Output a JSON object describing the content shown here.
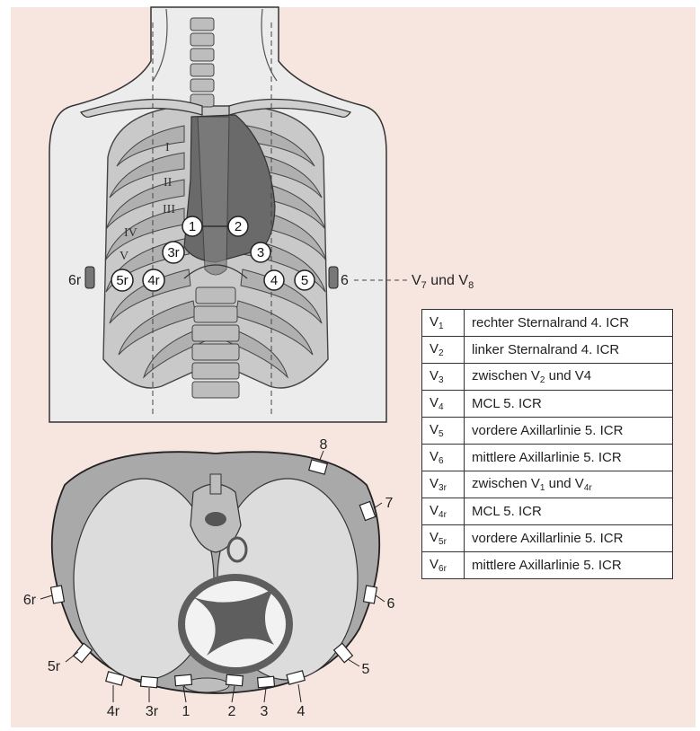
{
  "electrode_labels_chest": {
    "c1": "1",
    "c2": "2",
    "c3": "3",
    "c3r": "3r",
    "c4": "4",
    "c4r": "4r",
    "c5": "5",
    "c5r": "5r",
    "side_right": "6r",
    "side_left": "6"
  },
  "intercostal_labels": [
    "I",
    "II",
    "III",
    "IV",
    "V"
  ],
  "v7v8_label": {
    "main": "V",
    "s1": "7",
    "mid": " und V",
    "s2": "8"
  },
  "cross_section_labels": {
    "p8": "8",
    "p7": "7",
    "p6": "6",
    "p5": "5",
    "p6r": "6r",
    "p5r": "5r",
    "p4r": "4r",
    "p3r": "3r",
    "p1": "1",
    "p2": "2",
    "p3": "3",
    "p4": "4"
  },
  "lead_table": [
    {
      "lead": "V",
      "sub": "1",
      "desc_parts": [
        {
          "t": "rechter Sternalrand 4. ICR"
        }
      ]
    },
    {
      "lead": "V",
      "sub": "2",
      "desc_parts": [
        {
          "t": "linker Sternalrand 4. ICR"
        }
      ]
    },
    {
      "lead": "V",
      "sub": "3",
      "desc_parts": [
        {
          "t": "zwischen V"
        },
        {
          "t": "2",
          "sub": true
        },
        {
          "t": " und V4"
        }
      ]
    },
    {
      "lead": "V",
      "sub": "4",
      "desc_parts": [
        {
          "t": "MCL 5. ICR"
        }
      ]
    },
    {
      "lead": "V",
      "sub": "5",
      "desc_parts": [
        {
          "t": "vordere Axillarlinie 5. ICR"
        }
      ]
    },
    {
      "lead": "V",
      "sub": "6",
      "desc_parts": [
        {
          "t": "mittlere Axillarlinie 5. ICR"
        }
      ]
    },
    {
      "lead": "V",
      "sub": "3r",
      "desc_parts": [
        {
          "t": "zwischen V"
        },
        {
          "t": "1",
          "sub": true
        },
        {
          "t": " und V"
        },
        {
          "t": "4r",
          "sub": true
        }
      ]
    },
    {
      "lead": "V",
      "sub": "4r",
      "desc_parts": [
        {
          "t": "MCL 5. ICR"
        }
      ]
    },
    {
      "lead": "V",
      "sub": "5r",
      "desc_parts": [
        {
          "t": "vordere Axillarlinie 5. ICR"
        }
      ]
    },
    {
      "lead": "V",
      "sub": "6r",
      "desc_parts": [
        {
          "t": "mittlere Axillarlinie 5. ICR"
        }
      ]
    }
  ],
  "colors": {
    "background": "#f7e5df",
    "body": "#ececec",
    "bone": "#b5b5b5",
    "heart": "#6a6a6a",
    "cross_section": "#a9a9a9"
  }
}
